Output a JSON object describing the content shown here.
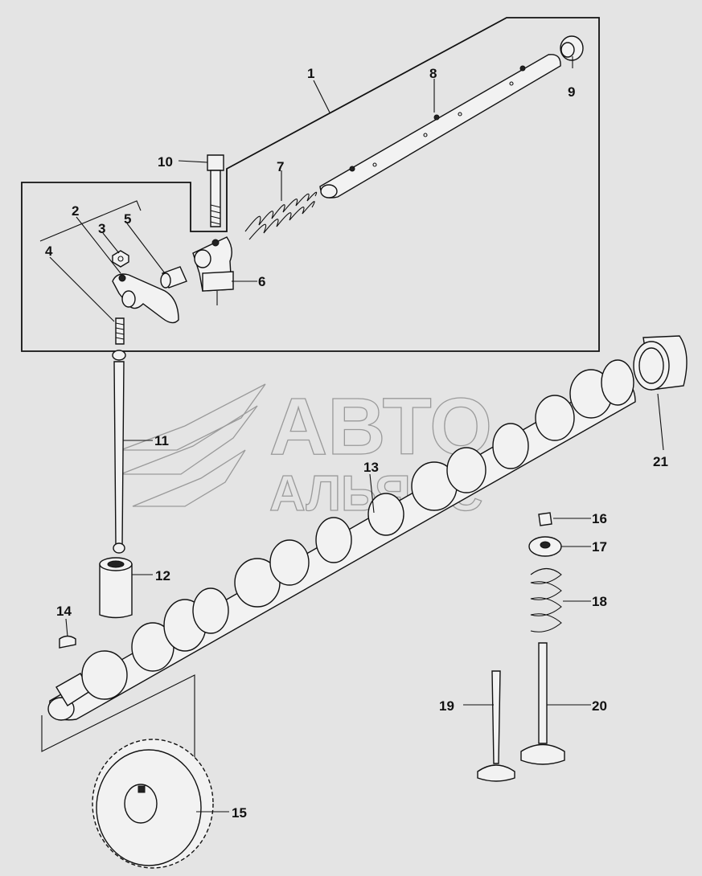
{
  "diagram": {
    "watermark": {
      "line1": "АВТО",
      "line2": "АЛЬЯНС"
    },
    "callouts": [
      {
        "id": "1",
        "text": "1"
      },
      {
        "id": "2",
        "text": "2"
      },
      {
        "id": "3",
        "text": "3"
      },
      {
        "id": "4",
        "text": "4"
      },
      {
        "id": "5",
        "text": "5"
      },
      {
        "id": "6",
        "text": "6"
      },
      {
        "id": "7",
        "text": "7"
      },
      {
        "id": "8",
        "text": "8"
      },
      {
        "id": "9",
        "text": "9"
      },
      {
        "id": "10",
        "text": "10"
      },
      {
        "id": "11",
        "text": "11"
      },
      {
        "id": "12",
        "text": "12"
      },
      {
        "id": "13",
        "text": "13"
      },
      {
        "id": "14",
        "text": "14"
      },
      {
        "id": "15",
        "text": "15"
      },
      {
        "id": "16",
        "text": "16"
      },
      {
        "id": "17",
        "text": "17"
      },
      {
        "id": "18",
        "text": "18"
      },
      {
        "id": "19",
        "text": "19"
      },
      {
        "id": "20",
        "text": "20"
      },
      {
        "id": "21",
        "text": "21"
      }
    ]
  }
}
